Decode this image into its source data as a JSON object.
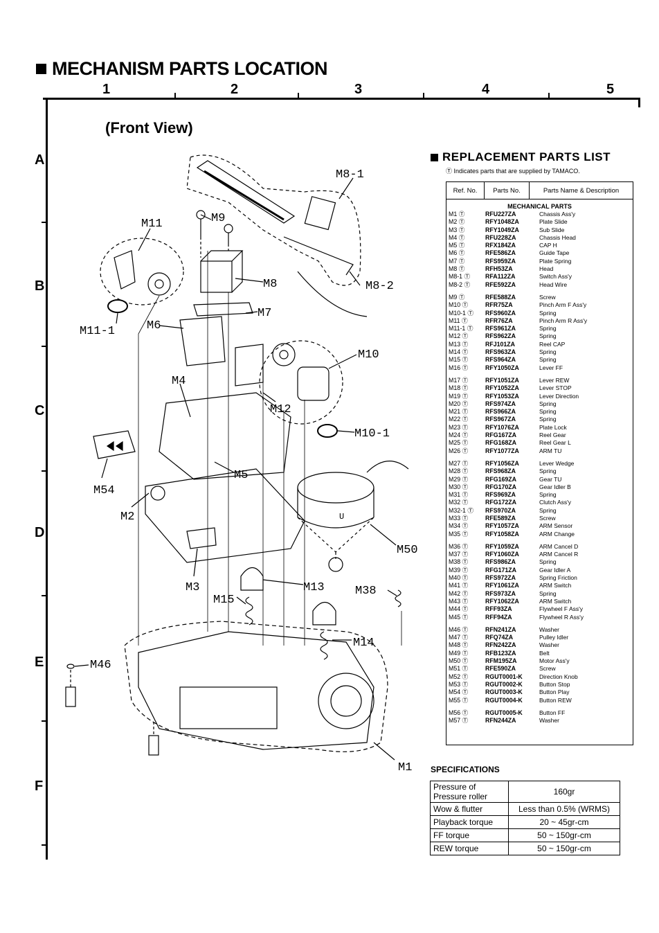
{
  "page_title": "MECHANISM PARTS LOCATION",
  "grid": {
    "columns": [
      "1",
      "2",
      "3",
      "4",
      "5"
    ],
    "rows": [
      "A",
      "B",
      "C",
      "D",
      "E",
      "F"
    ]
  },
  "view_title": "(Front View)",
  "diagram_labels": {
    "m8_1": "M8-1",
    "m11": "M11",
    "m9": "M9",
    "m8": "M8",
    "m8_2": "M8-2",
    "m7": "M7",
    "m11_1": "M11-1",
    "m6": "M6",
    "m10": "M10",
    "m4": "M4",
    "m12": "M12",
    "m10_1": "M10-1",
    "m5": "M5",
    "m54": "M54",
    "m2": "M2",
    "u": "U",
    "m50": "M50",
    "m3": "M3",
    "m13": "M13",
    "m38": "M38",
    "m15": "M15",
    "m14": "M14",
    "m46": "M46",
    "m1": "M1"
  },
  "replacement": {
    "title": "REPLACEMENT PARTS LIST",
    "note": "Ⓣ Indicates parts that are supplied by TAMACO.",
    "headers": {
      "ref": "Ref. No.",
      "part": "Parts No.",
      "desc": "Parts Name & Description"
    },
    "section": "MECHANICAL PARTS",
    "groups": [
      [
        {
          "ref": "M1 Ⓣ",
          "pn": "RFU227ZA",
          "desc": "Chassis Ass'y"
        },
        {
          "ref": "M2 Ⓣ",
          "pn": "RFY1048ZA",
          "desc": "Plate Slide"
        },
        {
          "ref": "M3 Ⓣ",
          "pn": "RFY1049ZA",
          "desc": "Sub Slide"
        },
        {
          "ref": "M4 Ⓣ",
          "pn": "RFU228ZA",
          "desc": "Chassis Head"
        },
        {
          "ref": "M5 Ⓣ",
          "pn": "RFX184ZA",
          "desc": "CAP H"
        },
        {
          "ref": "M6 Ⓣ",
          "pn": "RFE586ZA",
          "desc": "Guide Tape"
        },
        {
          "ref": "M7 Ⓣ",
          "pn": "RFS959ZA",
          "desc": "Plate Spring"
        },
        {
          "ref": "M8 Ⓣ",
          "pn": "RFH53ZA",
          "desc": "Head"
        },
        {
          "ref": "M8-1 Ⓣ",
          "pn": "RFA112ZA",
          "desc": "Switch Ass'y"
        },
        {
          "ref": "M8-2 Ⓣ",
          "pn": "RFE592ZA",
          "desc": "Head Wire"
        }
      ],
      [
        {
          "ref": "M9 Ⓣ",
          "pn": "RFE588ZA",
          "desc": "Screw"
        },
        {
          "ref": "M10 Ⓣ",
          "pn": "RFR75ZA",
          "desc": "Pinch Arm F Ass'y"
        },
        {
          "ref": "M10-1 Ⓣ",
          "pn": "RFS960ZA",
          "desc": "Spring"
        },
        {
          "ref": "M11 Ⓣ",
          "pn": "RFR76ZA",
          "desc": "Pinch Arm R Ass'y"
        },
        {
          "ref": "M11-1 Ⓣ",
          "pn": "RFS961ZA",
          "desc": "Spring"
        },
        {
          "ref": "M12 Ⓣ",
          "pn": "RFS962ZA",
          "desc": "Spring"
        },
        {
          "ref": "M13 Ⓣ",
          "pn": "RFJ101ZA",
          "desc": "Reel CAP"
        },
        {
          "ref": "M14 Ⓣ",
          "pn": "RFS963ZA",
          "desc": "Spring"
        },
        {
          "ref": "M15 Ⓣ",
          "pn": "RFS964ZA",
          "desc": "Spring"
        },
        {
          "ref": "M16 Ⓣ",
          "pn": "RFY1050ZA",
          "desc": "Lever FF"
        }
      ],
      [
        {
          "ref": "M17 Ⓣ",
          "pn": "RFY1051ZA",
          "desc": "Lever REW"
        },
        {
          "ref": "M18 Ⓣ",
          "pn": "RFY1052ZA",
          "desc": "Lever STOP"
        },
        {
          "ref": "M19 Ⓣ",
          "pn": "RFY1053ZA",
          "desc": "Lever Direction"
        },
        {
          "ref": "M20 Ⓣ",
          "pn": "RFS974ZA",
          "desc": "Spring"
        },
        {
          "ref": "M21 Ⓣ",
          "pn": "RFS966ZA",
          "desc": "Spring"
        },
        {
          "ref": "M22 Ⓣ",
          "pn": "RFS967ZA",
          "desc": "Spring"
        },
        {
          "ref": "M23 Ⓣ",
          "pn": "RFY1076ZA",
          "desc": "Plate Lock"
        },
        {
          "ref": "M24 Ⓣ",
          "pn": "RFG167ZA",
          "desc": "Reel Gear"
        },
        {
          "ref": "M25 Ⓣ",
          "pn": "RFG168ZA",
          "desc": "Reel Gear L"
        },
        {
          "ref": "M26 Ⓣ",
          "pn": "RFY1077ZA",
          "desc": "ARM TU"
        }
      ],
      [
        {
          "ref": "M27 Ⓣ",
          "pn": "RFY1056ZA",
          "desc": "Lever Wedge"
        },
        {
          "ref": "M28 Ⓣ",
          "pn": "RFS968ZA",
          "desc": "Spring"
        },
        {
          "ref": "M29 Ⓣ",
          "pn": "RFG169ZA",
          "desc": "Gear TU"
        },
        {
          "ref": "M30 Ⓣ",
          "pn": "RFG170ZA",
          "desc": "Gear Idler B"
        },
        {
          "ref": "M31 Ⓣ",
          "pn": "RFS969ZA",
          "desc": "Spring"
        },
        {
          "ref": "M32 Ⓣ",
          "pn": "RFG172ZA",
          "desc": "Clutch Ass'y"
        },
        {
          "ref": "M32-1 Ⓣ",
          "pn": "RFS970ZA",
          "desc": "Spring"
        },
        {
          "ref": "M33 Ⓣ",
          "pn": "RFE589ZA",
          "desc": "Screw"
        },
        {
          "ref": "M34 Ⓣ",
          "pn": "RFY1057ZA",
          "desc": "ARM Sensor"
        },
        {
          "ref": "M35 Ⓣ",
          "pn": "RFY1058ZA",
          "desc": "ARM Change"
        }
      ],
      [
        {
          "ref": "M36 Ⓣ",
          "pn": "RFY1059ZA",
          "desc": "ARM Cancel D"
        },
        {
          "ref": "M37 Ⓣ",
          "pn": "RFY1060ZA",
          "desc": "ARM Cancel R"
        },
        {
          "ref": "M38 Ⓣ",
          "pn": "RFS986ZA",
          "desc": "Spring"
        },
        {
          "ref": "M39 Ⓣ",
          "pn": "RFG171ZA",
          "desc": "Gear Idler A"
        },
        {
          "ref": "M40 Ⓣ",
          "pn": "RFS972ZA",
          "desc": "Spring Friction"
        },
        {
          "ref": "M41 Ⓣ",
          "pn": "RFY1061ZA",
          "desc": "ARM Switch"
        },
        {
          "ref": "M42 Ⓣ",
          "pn": "RFS973ZA",
          "desc": "Spring"
        },
        {
          "ref": "M43 Ⓣ",
          "pn": "RFY1062ZA",
          "desc": "ARM Switch"
        },
        {
          "ref": "M44 Ⓣ",
          "pn": "RFF93ZA",
          "desc": "Flywheel F Ass'y"
        },
        {
          "ref": "M45 Ⓣ",
          "pn": "RFF94ZA",
          "desc": "Flywheel R Ass'y"
        }
      ],
      [
        {
          "ref": "M46 Ⓣ",
          "pn": "RFN241ZA",
          "desc": "Washer"
        },
        {
          "ref": "M47 Ⓣ",
          "pn": "RFQ74ZA",
          "desc": "Pulley Idler"
        },
        {
          "ref": "M48 Ⓣ",
          "pn": "RFN242ZA",
          "desc": "Washer"
        },
        {
          "ref": "M49 Ⓣ",
          "pn": "RFB123ZA",
          "desc": "Belt"
        },
        {
          "ref": "M50 Ⓣ",
          "pn": "RFM195ZA",
          "desc": "Motor Ass'y"
        },
        {
          "ref": "M51 Ⓣ",
          "pn": "RFE590ZA",
          "desc": "Screw"
        },
        {
          "ref": "M52 Ⓣ",
          "pn": "RGUT0001-K",
          "desc": "Direction Knob"
        },
        {
          "ref": "M53 Ⓣ",
          "pn": "RGUT0002-K",
          "desc": "Button Stop"
        },
        {
          "ref": "M54 Ⓣ",
          "pn": "RGUT0003-K",
          "desc": "Button Play"
        },
        {
          "ref": "M55 Ⓣ",
          "pn": "RGUT0004-K",
          "desc": "Button REW"
        }
      ],
      [
        {
          "ref": "M56 Ⓣ",
          "pn": "RGUT0005-K",
          "desc": "Button FF"
        },
        {
          "ref": "M57 Ⓣ",
          "pn": "RFN244ZA",
          "desc": "Washer"
        }
      ]
    ]
  },
  "specifications": {
    "title": "SPECIFICATIONS",
    "rows": [
      {
        "label": "Pressure of Pressure roller",
        "value": "160gr"
      },
      {
        "label": "Wow & flutter",
        "value": "Less than 0.5% (WRMS)"
      },
      {
        "label": "Playback torque",
        "value": "20 ~ 45gr-cm"
      },
      {
        "label": "FF torque",
        "value": "50 ~ 150gr-cm"
      },
      {
        "label": "REW torque",
        "value": "50 ~ 150gr-cm"
      }
    ]
  }
}
